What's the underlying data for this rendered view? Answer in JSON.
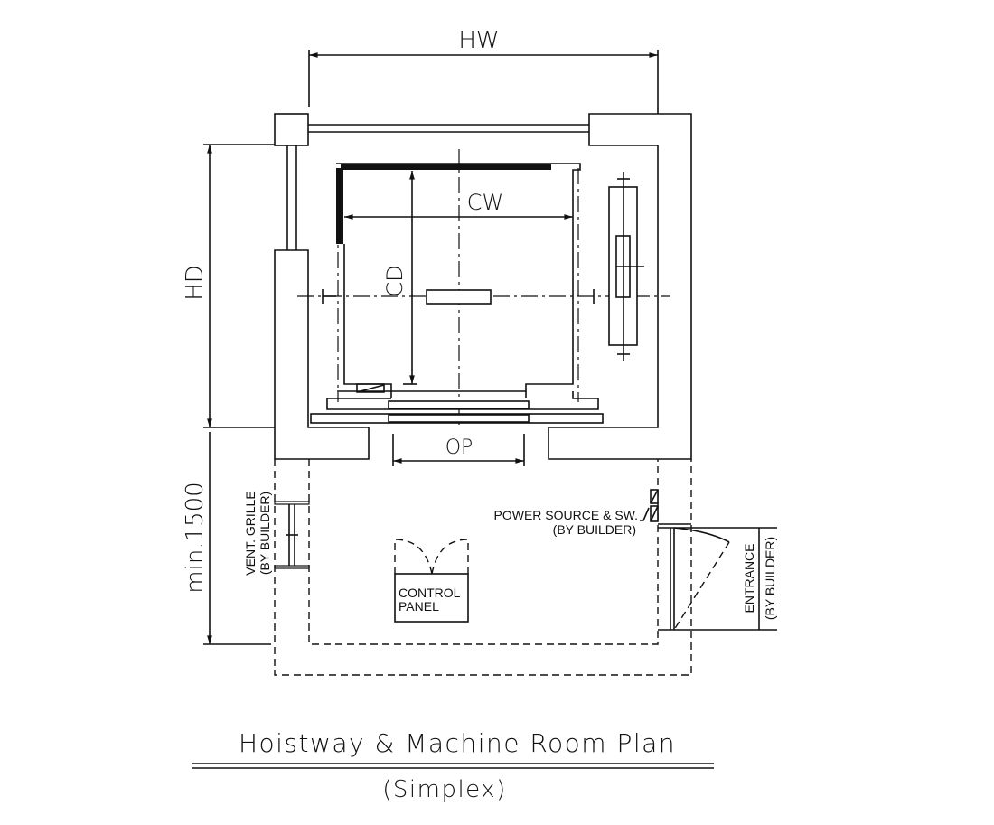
{
  "dimensions": {
    "hw": "HW",
    "hd": "HD",
    "cw": "CW",
    "cd": "CD",
    "op": "OP",
    "min_depth": "min.1500"
  },
  "labels": {
    "vent_grille": "VENT. GRILLE",
    "vent_by": "(BY BUILDER)",
    "power_source": "POWER SOURCE & SW.",
    "power_by": "(BY BUILDER)",
    "control_panel_1": "CONTROL",
    "control_panel_2": "PANEL",
    "entrance": "ENTRANCE",
    "entrance_by": "(BY BUILDER)"
  },
  "title": "Hoistway & Machine Room Plan",
  "subtitle": "(Simplex)"
}
